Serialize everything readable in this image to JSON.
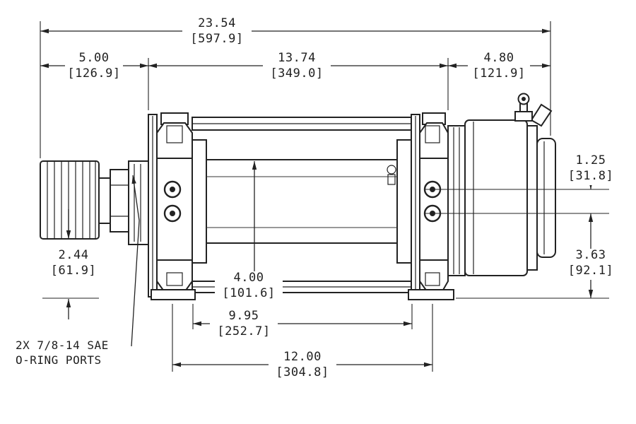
{
  "title": "winch-outline-dimension-drawing",
  "colors": {
    "background": "#ffffff",
    "ink": "#1f1f1f"
  },
  "dimensions": {
    "overall_width": {
      "inches": "23.54",
      "mm": "[597.9]"
    },
    "left_section": {
      "inches": "5.00",
      "mm": "[126.9]"
    },
    "drum_section": {
      "inches": "13.74",
      "mm": "[349.0]"
    },
    "motor_section": {
      "inches": "4.80",
      "mm": "[121.9]"
    },
    "port_spacing": {
      "inches": "1.25",
      "mm": "[31.8]"
    },
    "port_height": {
      "inches": "3.63",
      "mm": "[92.1]"
    },
    "clutch_drop": {
      "inches": "2.44",
      "mm": "[61.9]"
    },
    "drum_diameter": {
      "inches": "4.00",
      "mm": "[101.6]"
    },
    "drum_length": {
      "inches": "9.95",
      "mm": "[252.7]"
    },
    "mount_bolt_spacing": {
      "inches": "12.00",
      "mm": "[304.8]"
    }
  },
  "callouts": {
    "oring_ports": {
      "line1": "2X 7/8-14 SAE",
      "line2": "O-RING PORTS"
    }
  }
}
